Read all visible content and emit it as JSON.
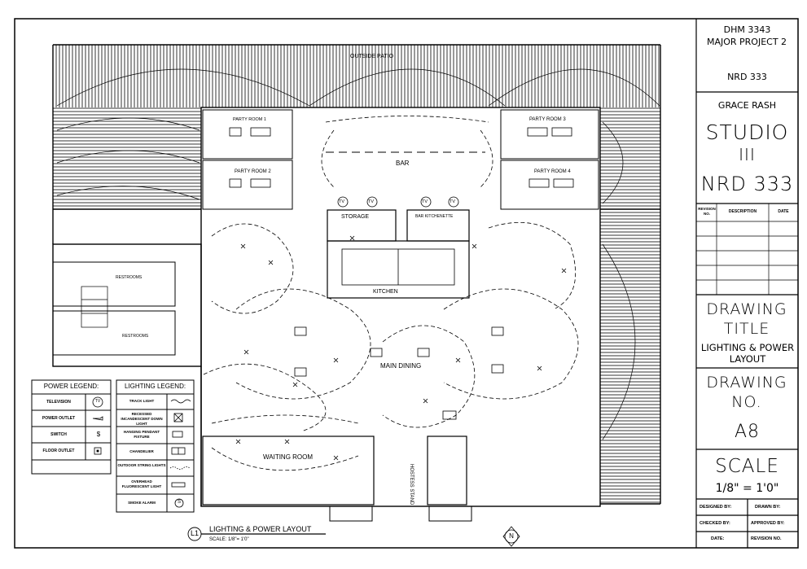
{
  "title_block": {
    "course": "DHM 3343",
    "project": "MAJOR PROJECT 2",
    "code": "NRD 333",
    "student": "GRACE RASH",
    "studio_line1": "STUDIO",
    "studio_line2": "III",
    "studio_code": "NRD 333",
    "revision_headers": [
      "REVISION NO.",
      "DESCRIPTION",
      "DATE"
    ],
    "drawing_title_label": "DRAWING TITLE",
    "drawing_title_value": "LIGHTING & POWER LAYOUT",
    "drawing_no_label": "DRAWING NO.",
    "drawing_no_value": "A8",
    "scale_label": "SCALE",
    "scale_value": "1/8\" = 1'0\"",
    "signoffs": [
      "DESIGNED BY:",
      "DRAWN BY:",
      "CHECKED BY:",
      "APPROVED BY:",
      "DATE:",
      "REVISION NO."
    ]
  },
  "plan": {
    "outside_patio": "OUTSIDE PATIO",
    "party_room_1": "PARTY ROOM 1",
    "party_room_2": "PARTY ROOM 2",
    "party_room_3": "PARTY ROOM 3",
    "party_room_4": "PARTY ROOM 4",
    "bar": "BAR",
    "storage": "STORAGE",
    "bar_kitchenette": "BAR KITCHENETTE",
    "kitchen": "KITCHEN",
    "restrooms_top": "RESTROOMS",
    "restrooms_bottom": "RESTROOMS",
    "main_dining": "MAIN DINING",
    "waiting_room": "WAITING ROOM",
    "hostess_stand": "HOSTESS STAND",
    "tv_label": "TV"
  },
  "power_legend": {
    "title": "POWER LEGEND:",
    "items": [
      "TELEVISION",
      "POWER OUTLET",
      "SWITCH",
      "FLOOR OUTLET"
    ],
    "symbols": [
      "TV",
      "",
      "$",
      ""
    ]
  },
  "lighting_legend": {
    "title": "LIGHTING LEGEND:",
    "items": [
      "TRACK LIGHT",
      "RECESSED INCANDESCENT DOWN LIGHT",
      "HANGING PENDANT FIXTURE",
      "CHANDELIER",
      "OUTDOOR STRING LIGHTS",
      "OVERHEAD FLUORESCENT LIGHT",
      "SMOKE ALARM"
    ],
    "smoke_symbol": "S"
  },
  "drawing_label": {
    "id": "L1",
    "title": "LIGHTING & POWER LAYOUT",
    "scale": "SCALE: 1/8\"= 1'0\""
  },
  "north": "N"
}
